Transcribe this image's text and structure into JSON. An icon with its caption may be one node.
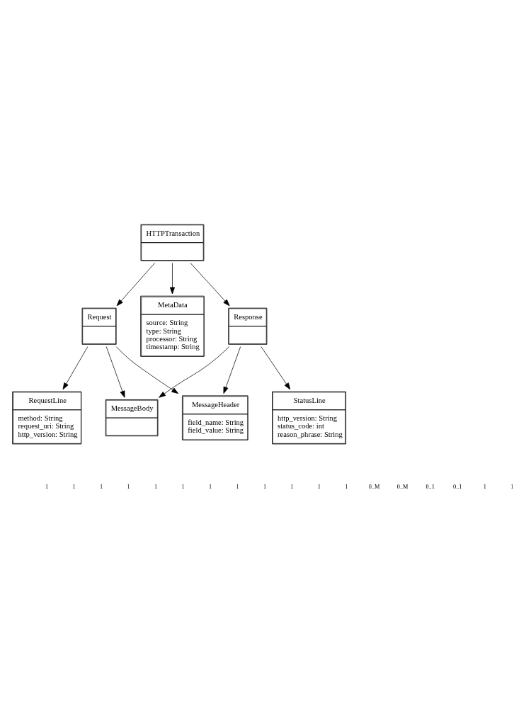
{
  "diagram": {
    "nodes": [
      {
        "text": [
          "HTTPTransaction"
        ]
      },
      {
        "text": [
          "Request"
        ]
      },
      {
        "text": [
          "MetaData",
          "source: String",
          "type: String",
          "processor: String",
          "timestamp: String"
        ]
      },
      {
        "text": [
          "Response"
        ]
      },
      {
        "text": [
          "MessageHeader",
          "field_name: String",
          "field_value: String"
        ]
      },
      {
        "text": [
          "MessageBody"
        ]
      },
      {
        "text": [
          "RequestLine",
          "method: String",
          "request_uri: String",
          "http_version: String"
        ]
      },
      {
        "text": [
          "StatusLine",
          "http_version: String",
          "status_code: int",
          "reason_phrase: String"
        ]
      }
    ],
    "edges": [
      {
        "from": 0,
        "to": 1,
        "arrow": "to"
      },
      {
        "from": 0,
        "to": 2,
        "arrow": "to"
      },
      {
        "from": 0,
        "to": 3,
        "arrow": "to"
      },
      {
        "from": 1,
        "to": 6,
        "arrow": "to"
      },
      {
        "from": 1,
        "to": 5,
        "arrow": "to"
      },
      {
        "from": 1,
        "to": 4,
        "arrow": "to"
      },
      {
        "from": 3,
        "to": 4,
        "arrow": "to"
      },
      {
        "from": 3,
        "to": 5,
        "arrow": "to"
      },
      {
        "from": 3,
        "to": 7,
        "arrow": "to"
      }
    ],
    "labels": [
      "1",
      "1",
      "1",
      "1",
      "1",
      "1",
      "1",
      "1",
      "1",
      "1",
      "1",
      "1",
      "0..M",
      "0..M",
      "0..1",
      "0..1",
      "1",
      "1"
    ]
  }
}
